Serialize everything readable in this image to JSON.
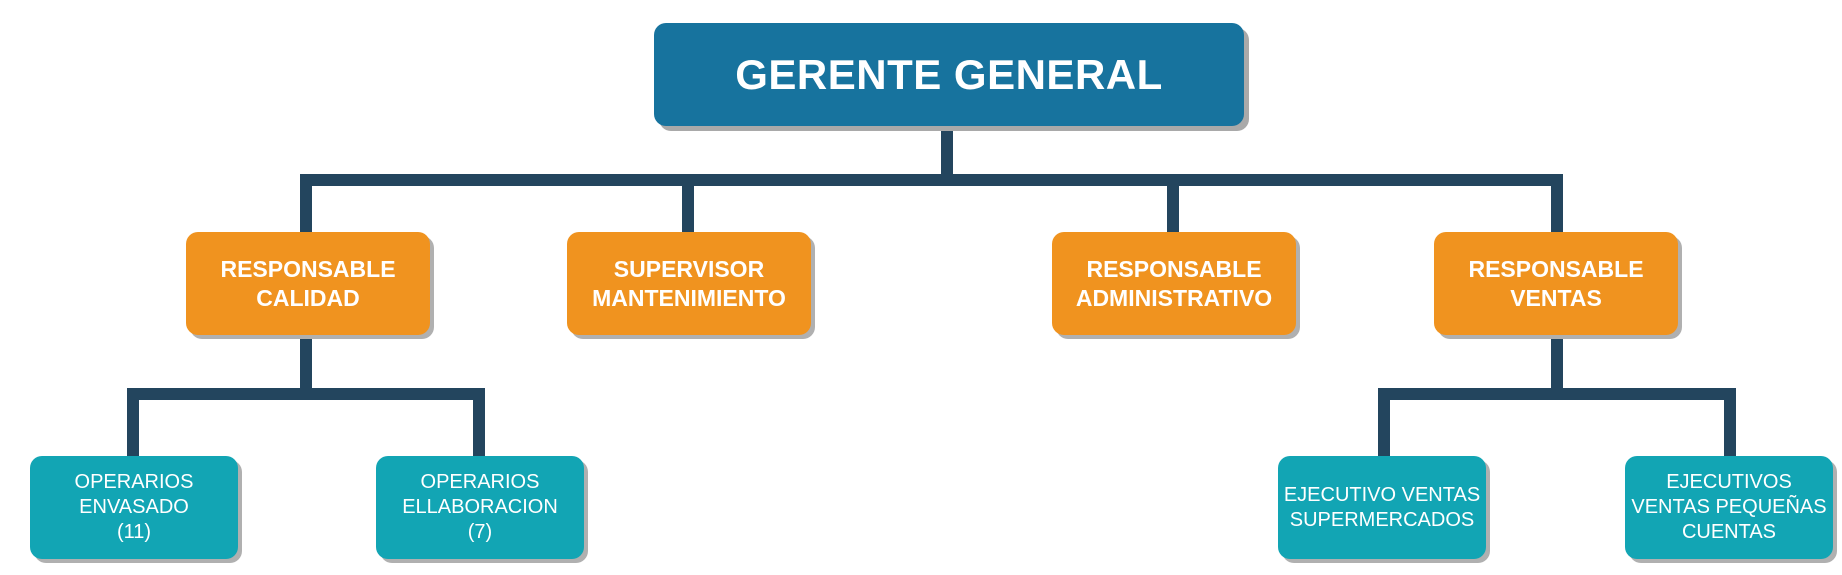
{
  "colors": {
    "top": "#17739e",
    "mid": "#f0931f",
    "leaf": "#12a5b4",
    "connector": "#23455e"
  },
  "org": {
    "top": "GERENTE  GENERAL",
    "mid": [
      "RESPONSABLE\nCALIDAD",
      "SUPERVISOR\nMANTENIMIENTO",
      "RESPONSABLE\nADMINISTRATIVO",
      "RESPONSABLE\nVENTAS"
    ],
    "leaves": [
      "OPERARIOS\nENVASADO\n(11)",
      "OPERARIOS\nELLABORACION\n(7)",
      "EJECUTIVO VENTAS\nSUPERMERCADOS",
      "EJECUTIVOS\nVENTAS PEQUEÑAS\nCUENTAS"
    ]
  }
}
